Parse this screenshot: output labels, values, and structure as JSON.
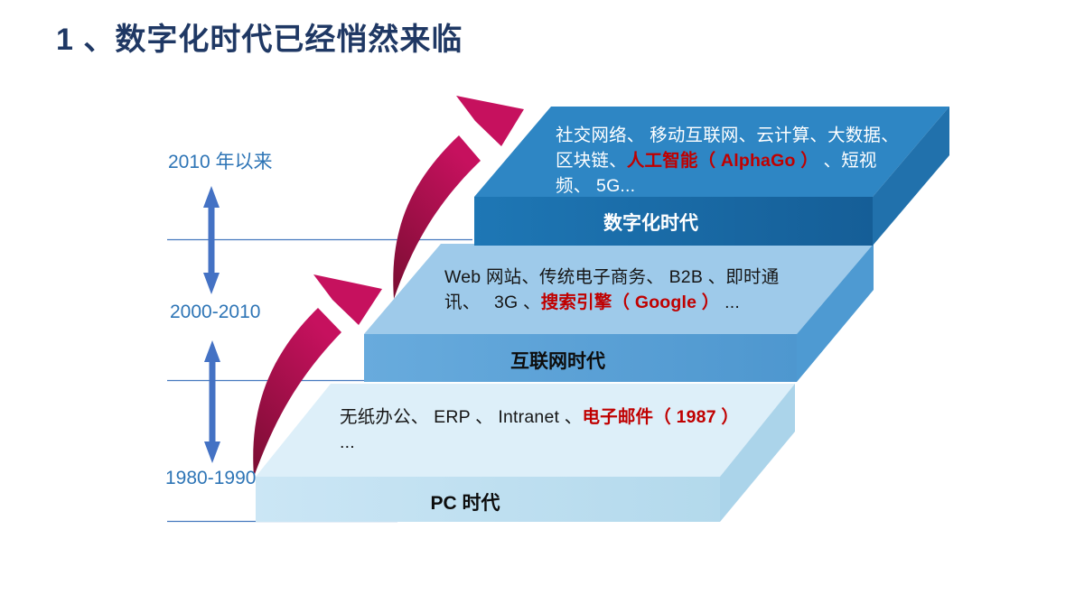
{
  "slide": {
    "title": "1 、数字化时代已经悄然来临"
  },
  "timeline": {
    "periods": [
      "2010 年以来",
      "2000-2010",
      "1980-1990"
    ]
  },
  "steps": [
    {
      "era": "数字化时代",
      "description_segments": [
        {
          "text": "社交网络、 移动互联网、云计算、大数据、\n区块链、",
          "highlight": false
        },
        {
          "text": "人工智能（ AlphaGo ）",
          "highlight": true
        },
        {
          "text": " 、短视\n频、 5G...",
          "highlight": false
        }
      ]
    },
    {
      "era": "互联网时代",
      "description_segments": [
        {
          "text": "Web 网站、传统电子商务、 B2B 、即时通\n讯、　 3G 、",
          "highlight": false
        },
        {
          "text": "搜索引擎（ Google ）",
          "highlight": true
        },
        {
          "text": " ...",
          "highlight": false
        }
      ]
    },
    {
      "era": "PC 时代",
      "description_segments": [
        {
          "text": "无纸办公、 ERP 、 Intranet 、",
          "highlight": false
        },
        {
          "text": "电子邮件（ 1987 ）",
          "highlight": true
        },
        {
          "text": "\n...",
          "highlight": false
        }
      ]
    }
  ],
  "colors": {
    "title_text": "#1F3864",
    "timeline_text": "#2E75B6",
    "timeline_arrow": "#4472C4",
    "timeline_line": "#4579BE",
    "highlight_red": "#C00000",
    "digital_top_face": "#2E86C4",
    "digital_front_face": "#1B70AF",
    "digital_side_face": "#2171AC",
    "internet_top_face": "#9ECAEA",
    "internet_front_face": "#5BA3D8",
    "internet_side_face": "#4E9AD2",
    "pc_top_face": "#DDEFF9",
    "pc_front_face": "#C0E0F1",
    "pc_side_face": "#ABD4EA",
    "curve_arrow_tail": "#7A0D32",
    "curve_arrow_head": "#C6115E"
  }
}
